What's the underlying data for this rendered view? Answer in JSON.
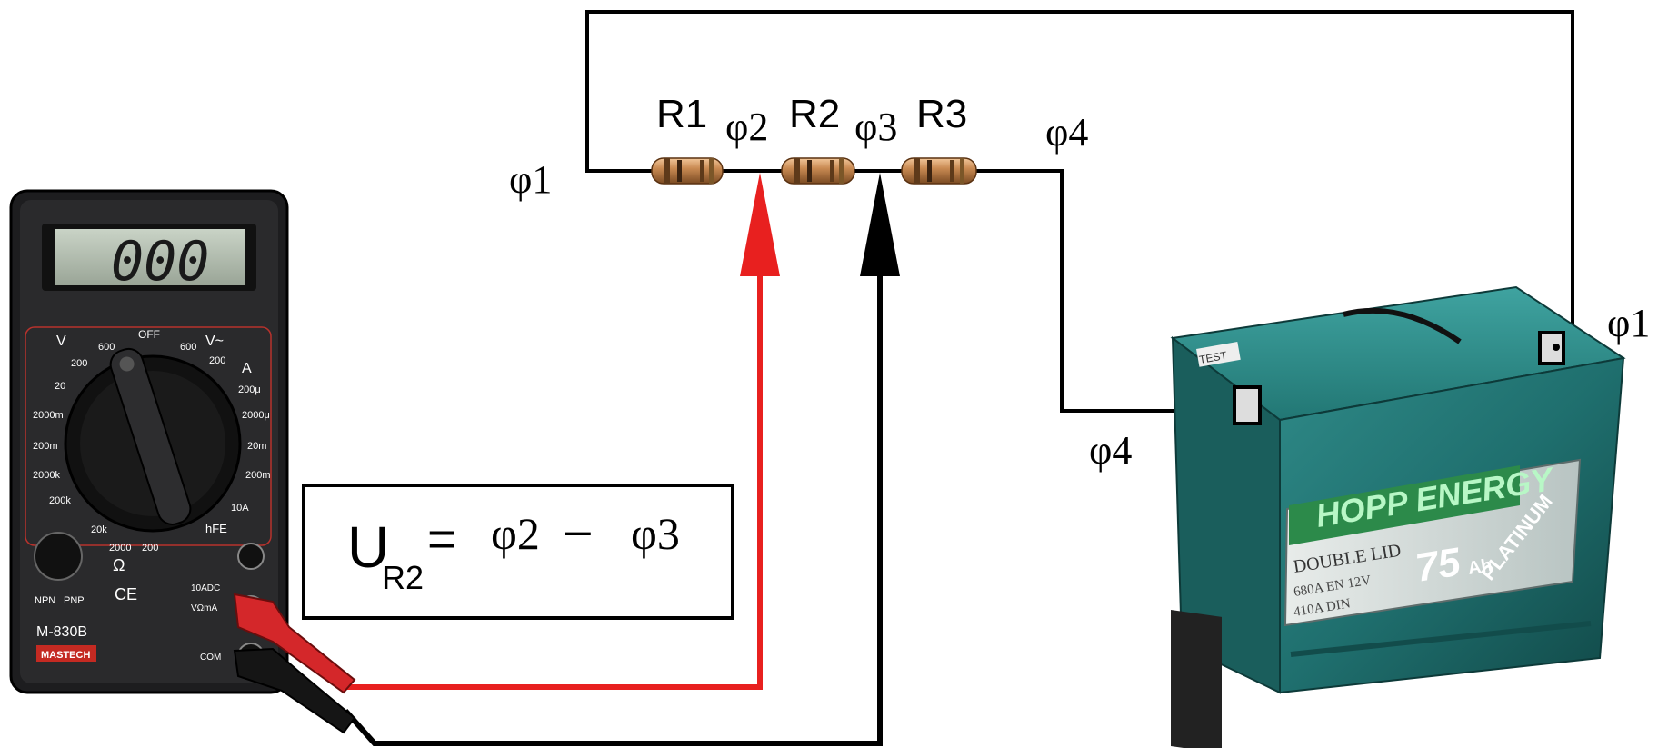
{
  "circuit": {
    "resistors": [
      {
        "label": "R1"
      },
      {
        "label": "R2"
      },
      {
        "label": "R3"
      }
    ],
    "nodes": {
      "phi1_top": "φ1",
      "phi2": "φ2",
      "phi3": "φ3",
      "phi4_top": "φ4",
      "phi4_battery": "φ4",
      "phi1_battery": "φ1"
    },
    "probe_colors": {
      "positive": "#e8201f",
      "negative": "#000000"
    }
  },
  "formula": {
    "U": "U",
    "subscript": "R2",
    "equals": "=",
    "phi_a": "φ2",
    "minus": "–",
    "phi_b": "φ3"
  },
  "multimeter": {
    "display": "000",
    "model": "M-830B",
    "brand": "MASTECH",
    "off": "OFF",
    "vdc": "V",
    "vac": "V~",
    "adc": "A",
    "ohm": "Ω",
    "hfe": "hFE",
    "npn": "NPN",
    "pnp": "PNP",
    "ce": "CE",
    "port_10a": "10ADC",
    "port_v": "VΩmA",
    "port_com": "COM",
    "dial": {
      "v_dc": [
        "200",
        "600",
        "20",
        "2000m",
        "200m"
      ],
      "v_ac": [
        "600",
        "200"
      ],
      "a_dc": [
        "200μ",
        "2000μ",
        "20m",
        "200m",
        "10A"
      ],
      "ohm": [
        "2000k",
        "200k",
        "20k",
        "2000",
        "200"
      ]
    }
  },
  "battery": {
    "brand": "HOPP ENERGY",
    "capacity": "75",
    "unit": "Ah",
    "series": "PLATINUM",
    "spec1": "DOUBLE LID",
    "spec2": "680A EN  12V",
    "spec3": "410A DIN",
    "test": "TEST"
  }
}
